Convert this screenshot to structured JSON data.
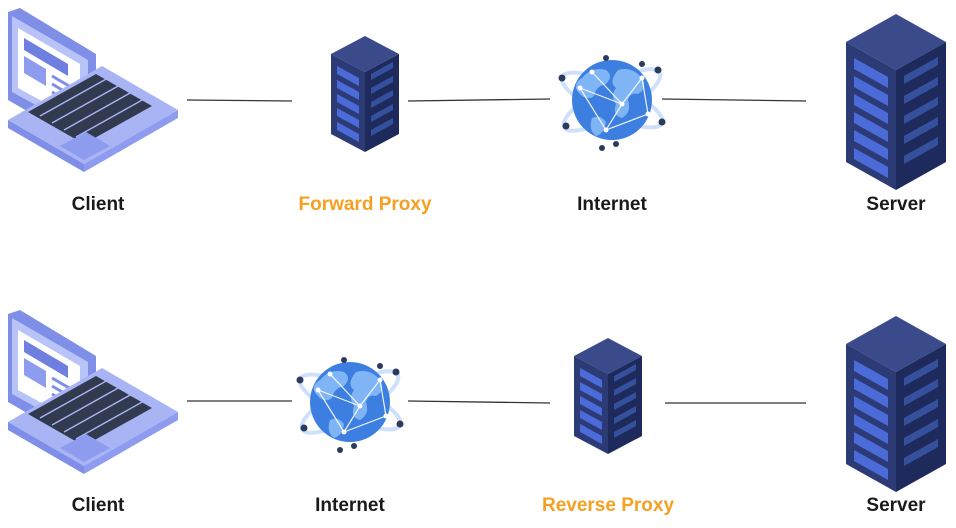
{
  "colors": {
    "proxy_label": "#f5a020",
    "node_label": "#1a1a1a",
    "link": "#333333",
    "laptop_body": "#a9b4f5",
    "server_dark": "#1f2d5e",
    "globe": "#3d7fe0"
  },
  "rows": [
    {
      "nodes": [
        {
          "icon": "laptop-icon",
          "label": "Client",
          "style": "plain"
        },
        {
          "icon": "server-rack-icon",
          "label": "Forward Proxy",
          "style": "accent"
        },
        {
          "icon": "globe-icon",
          "label": "Internet",
          "style": "plain"
        },
        {
          "icon": "server-tower-icon",
          "label": "Server",
          "style": "plain"
        }
      ]
    },
    {
      "nodes": [
        {
          "icon": "laptop-icon",
          "label": "Client",
          "style": "plain"
        },
        {
          "icon": "globe-icon",
          "label": "Internet",
          "style": "plain"
        },
        {
          "icon": "server-rack-icon",
          "label": "Reverse Proxy",
          "style": "accent"
        },
        {
          "icon": "server-tower-icon",
          "label": "Server",
          "style": "plain"
        }
      ]
    }
  ]
}
